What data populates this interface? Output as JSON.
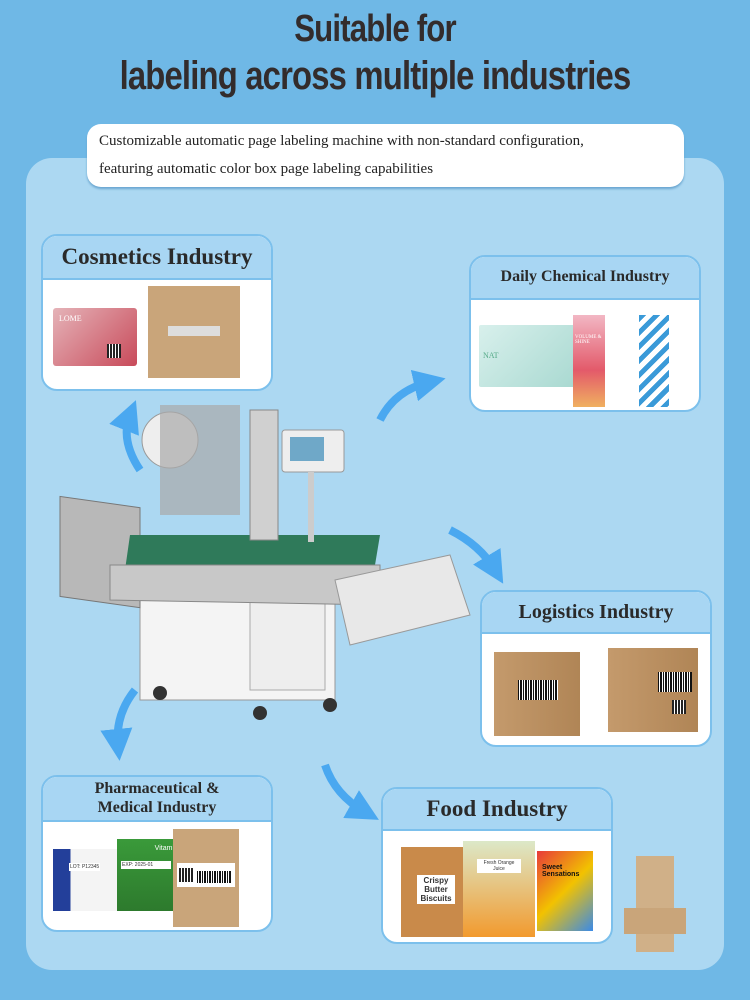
{
  "title": {
    "line1": "Suitable for",
    "line2": "labeling across multiple industries"
  },
  "subtitle": {
    "line1": "Customizable automatic page labeling machine with non-standard configuration,",
    "line2": "featuring automatic color box page labeling capabilities"
  },
  "industries": {
    "cosmetics": {
      "label": "Cosmetics Industry",
      "brand": "LOME"
    },
    "daily_chemical": {
      "label": "Daily Chemical Industry",
      "box_text": "NAT",
      "product_text": "VOLUME & SHINE"
    },
    "logistics": {
      "label": "Logistics Industry"
    },
    "pharma": {
      "label_line1": "Pharmaceutical &",
      "label_line2": "Medical Industry",
      "lot": "LOT: P12345",
      "exp": "EXP: 2025-01",
      "vitamin": "Vitami"
    },
    "food": {
      "label": "Food Industry",
      "biscuits": "Crispy Butter Biscuits",
      "juice": "Fresh Orange Juice",
      "candy": "Sweet Sensations"
    }
  },
  "colors": {
    "background": "#6fb8e6",
    "panel": "#acd8f2",
    "header": "#a8d6f3",
    "arrow": "#4aa8f0"
  }
}
